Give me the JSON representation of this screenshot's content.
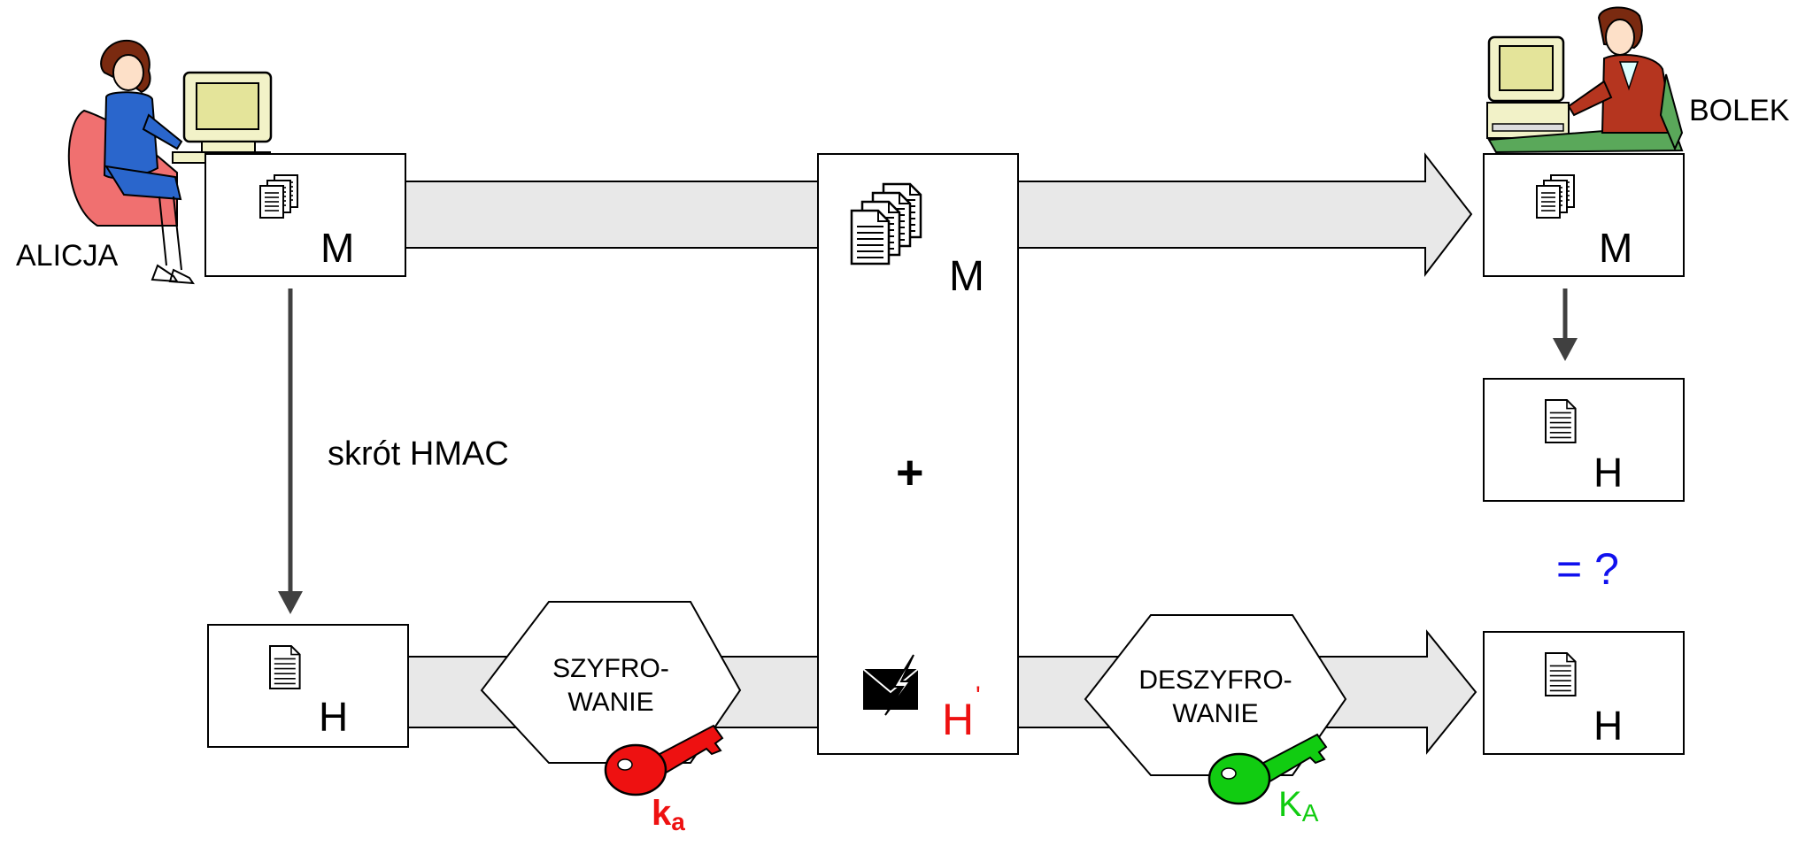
{
  "sender": {
    "name": "ALICJA",
    "message_label": "M"
  },
  "receiver": {
    "name": "BOLEK",
    "message_label": "M",
    "hash_label": "H",
    "received_hash_label": "H",
    "compare_label": "= ?"
  },
  "process": {
    "hash_step_label": "skrót HMAC",
    "sender_hash_label": "H"
  },
  "encrypt": {
    "line1": "SZYFRO-",
    "line2": "WANIE",
    "key_main": "k",
    "key_sub": "a"
  },
  "decrypt": {
    "line1": "DESZYFRO-",
    "line2": "WANIE",
    "key_main": "K",
    "key_sub": "A"
  },
  "transmission": {
    "message_label": "M",
    "plus": "+",
    "encrypted_hash_label": "H",
    "encrypted_hash_mark": "'"
  },
  "colors": {
    "arrow_fill": "#e8e8e8",
    "stroke": "#000000",
    "connector": "#404040",
    "red": "#ee1111",
    "green": "#11cc11",
    "blue": "#1111ee",
    "dress": "#2a66cc",
    "chair": "#f07070",
    "suit": "#b5351f",
    "monitor": "#f2f2c8"
  }
}
